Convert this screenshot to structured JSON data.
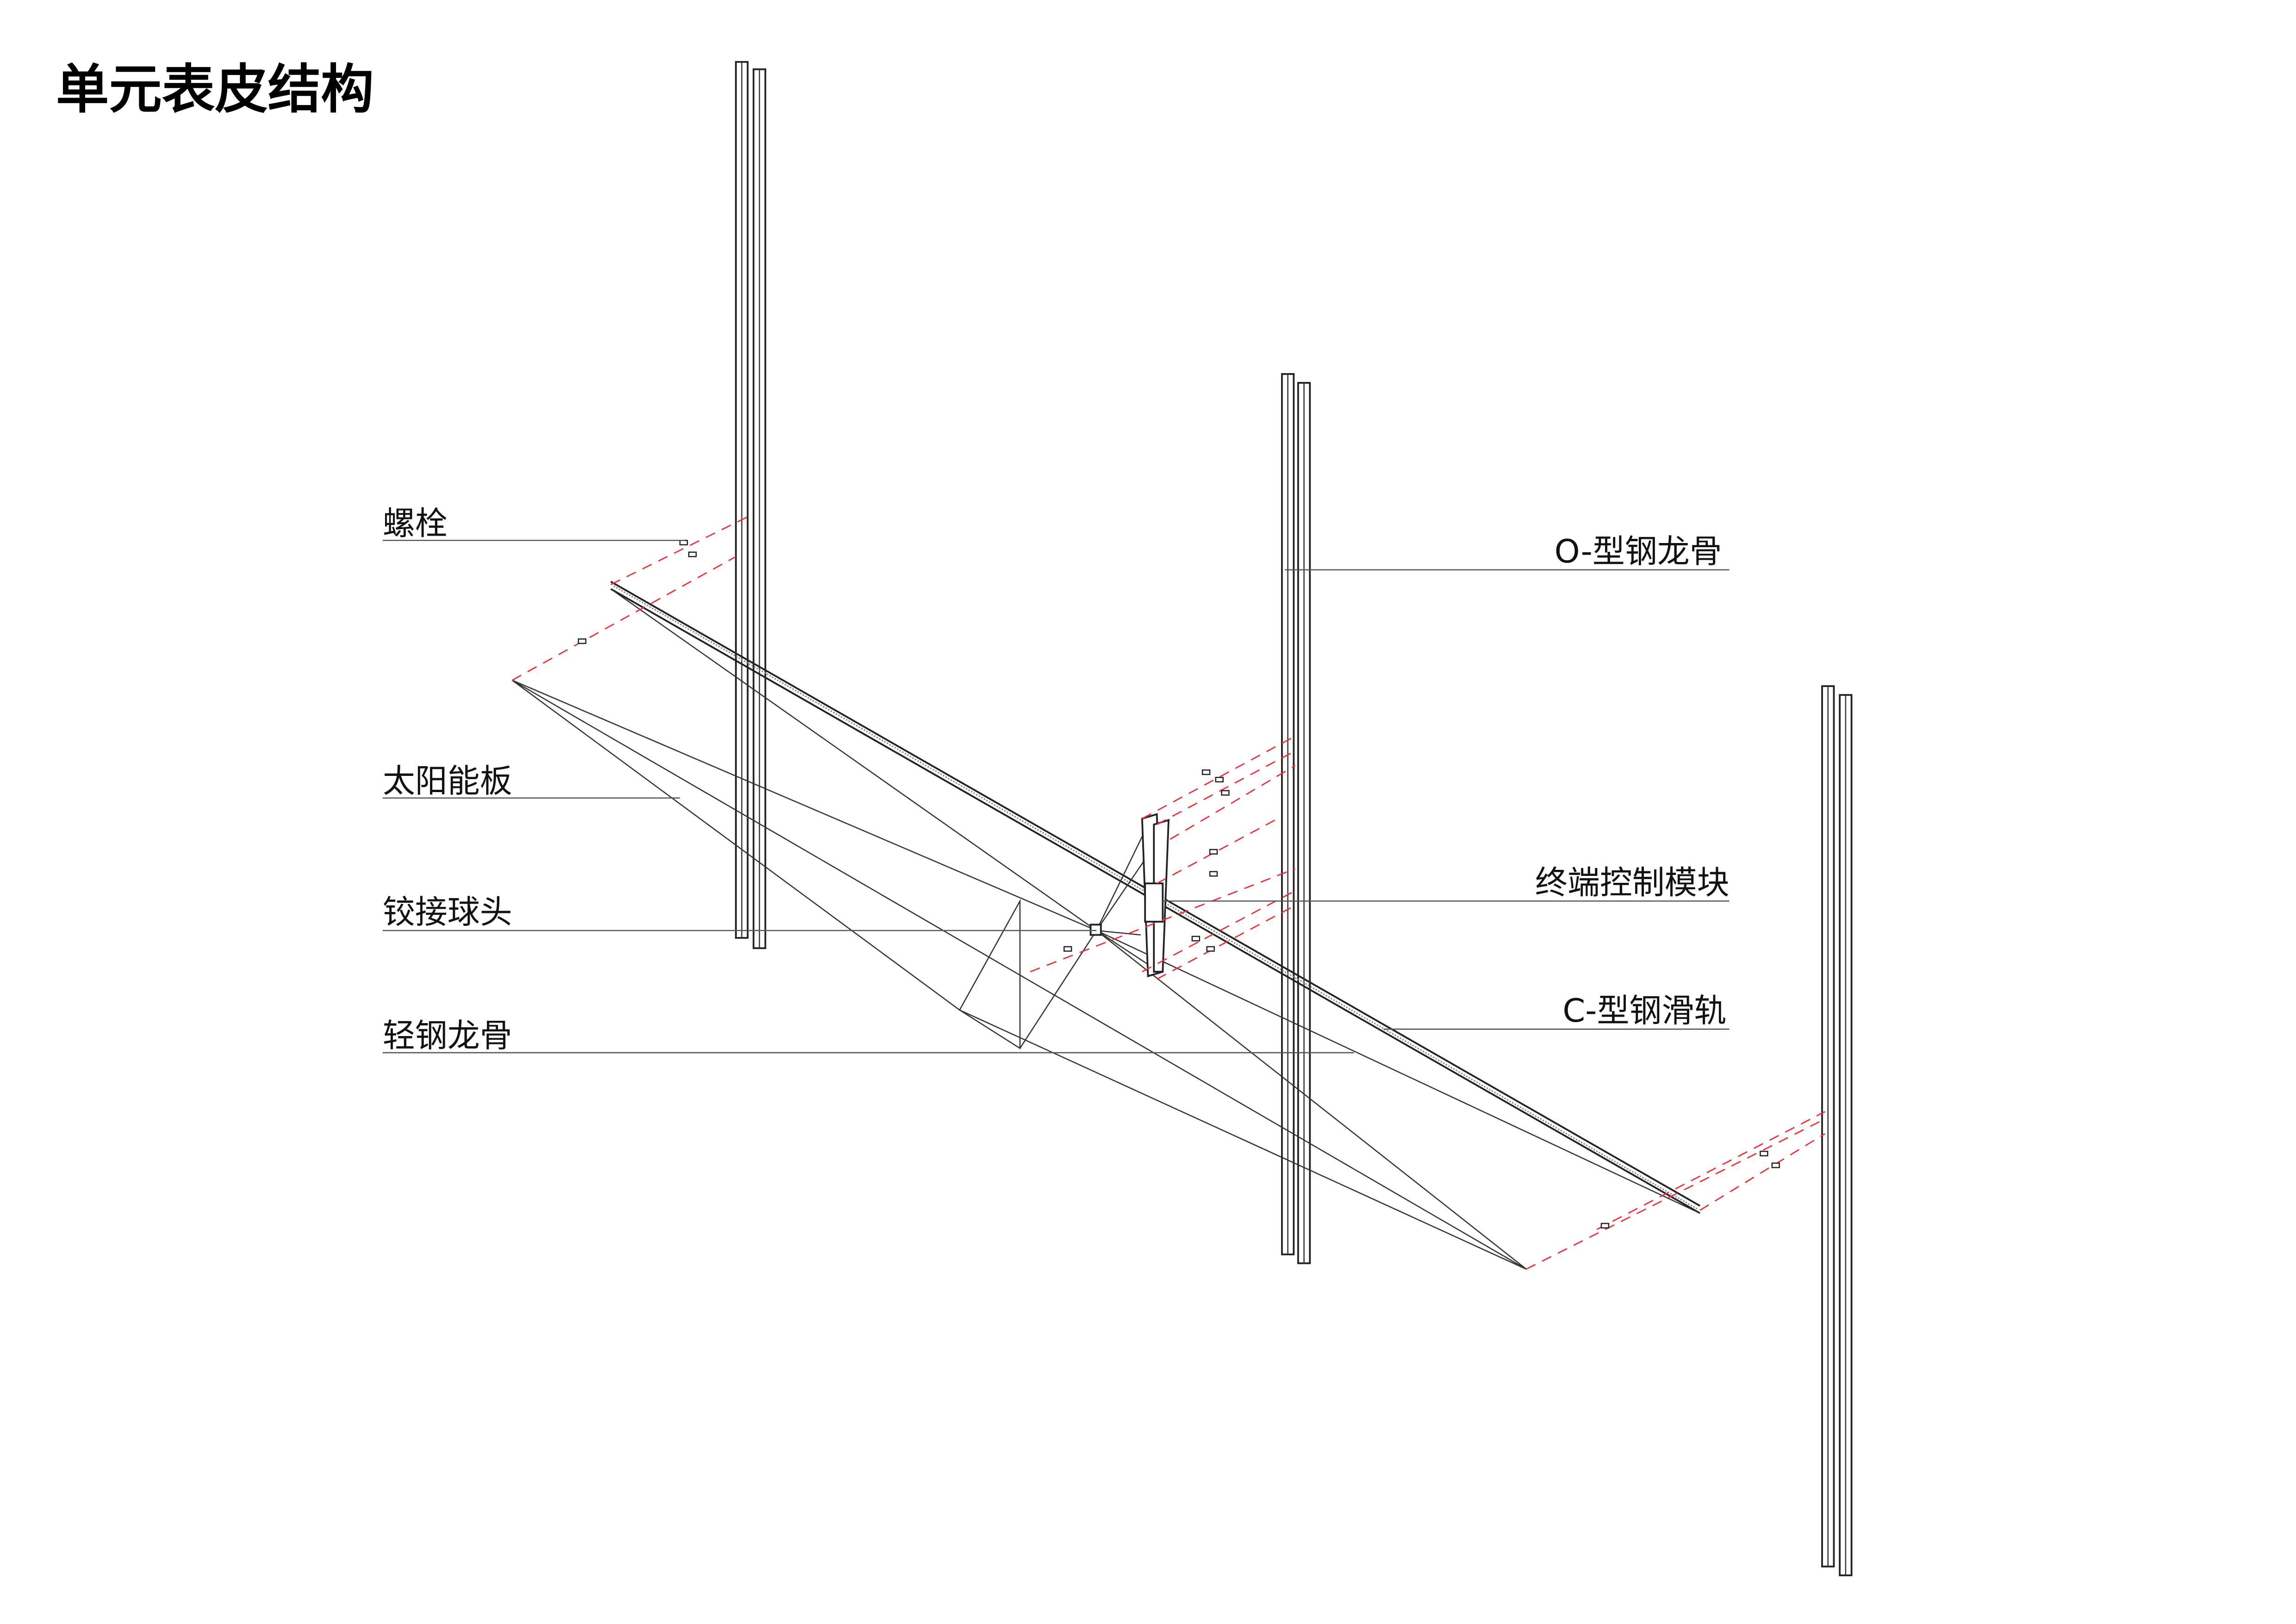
{
  "title": "单元表皮结构",
  "labels": {
    "bolt": "螺栓",
    "solar_panel": "太阳能板",
    "ball_joint": "铰接球头",
    "light_steel_keel": "轻钢龙骨",
    "o_steel_keel": "O-型钢龙骨",
    "terminal_module": "终端控制模块",
    "c_steel_rail": "C-型钢滑轨"
  },
  "colors": {
    "dashed_guides": "#e8333a",
    "lines": "#222222"
  }
}
